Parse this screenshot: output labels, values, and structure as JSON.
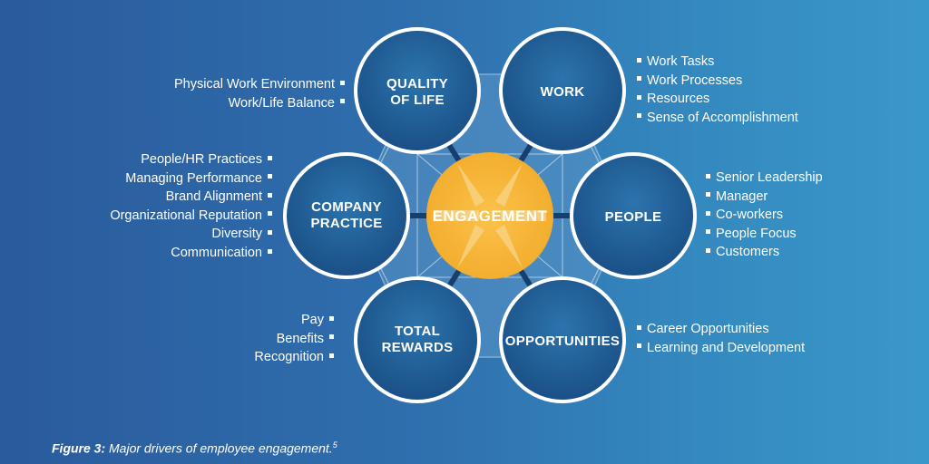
{
  "center": {
    "label": "ENGAGEMENT"
  },
  "drivers": [
    {
      "id": "quality",
      "lines": [
        "QUALITY",
        "OF LIFE"
      ],
      "items": [
        "Physical Work Environment",
        "Work/Life Balance"
      ]
    },
    {
      "id": "work",
      "lines": [
        "WORK"
      ],
      "items": [
        "Work Tasks",
        "Work Processes",
        "Resources",
        "Sense of Accomplishment"
      ]
    },
    {
      "id": "people",
      "lines": [
        "PEOPLE"
      ],
      "items": [
        "Senior Leadership",
        "Manager",
        "Co-workers",
        "People Focus",
        "Customers"
      ]
    },
    {
      "id": "opportunities",
      "lines": [
        "OPPORTUNITIES"
      ],
      "items": [
        "Career Opportunities",
        "Learning and Development"
      ]
    },
    {
      "id": "rewards",
      "lines": [
        "TOTAL",
        "REWARDS"
      ],
      "items": [
        "Pay",
        "Benefits",
        "Recognition"
      ]
    },
    {
      "id": "company",
      "lines": [
        "COMPANY",
        "PRACTICE"
      ],
      "items": [
        "People/HR Practices",
        "Managing Performance",
        "Brand Alignment",
        "Organizational Reputation",
        "Diversity",
        "Communication"
      ]
    }
  ],
  "caption": {
    "label": "Figure 3:",
    "text": " Major drivers of employee engagement.",
    "ref": "5"
  },
  "colors": {
    "circle_fill": "#1f5a92",
    "circle_ring": "#ffffff",
    "center_fill": "#f6b93a",
    "hexagon": "#5b95c6"
  }
}
